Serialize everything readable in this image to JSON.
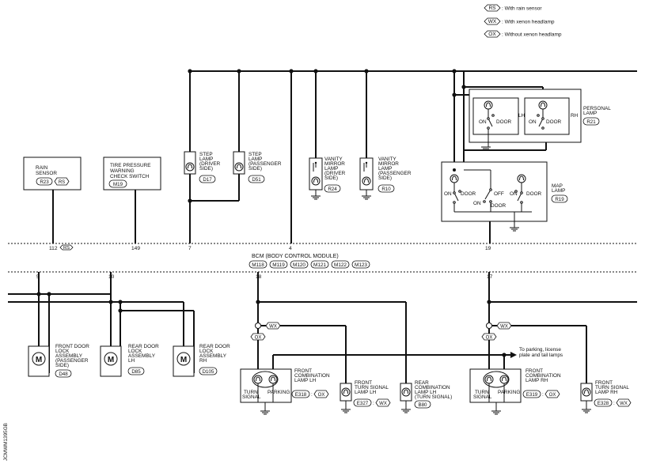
{
  "legend": [
    {
      "code": "RS",
      "text": ": With rain sensor"
    },
    {
      "code": "WX",
      "text": ": With xenon headlamp"
    },
    {
      "code": "OX",
      "text": ": Without xenon headlamp"
    }
  ],
  "bcm": {
    "title": "BCM (BODY CONTROL MODULE)",
    "connectors": [
      "M118",
      "M119",
      "M120",
      "M121",
      "M122",
      "M123"
    ],
    "top_pins": {
      "p112": "112",
      "p149": "149",
      "p7": "7",
      "p4": "4",
      "p19": "19"
    },
    "bottom_pins": {
      "p5": "5",
      "p10": "10",
      "p18": "18",
      "p17": "17"
    },
    "rs_tag": "RS"
  },
  "components": {
    "rain_sensor": {
      "lines": [
        "RAIN",
        "SENSOR"
      ],
      "conn": "R23",
      "tag": "RS"
    },
    "tire_pressure": {
      "lines": [
        "TIRE PRESSURE",
        "WARNING",
        "CHECK SWITCH"
      ],
      "conn": "M19"
    },
    "step_lamp_driver": {
      "lines": [
        "STEP",
        "LAMP",
        "(DRIVER",
        "SIDE)"
      ],
      "conn": "D17"
    },
    "step_lamp_passenger": {
      "lines": [
        "STEP",
        "LAMP",
        "(PASSENGER",
        "SIDE)"
      ],
      "conn": "D51"
    },
    "vanity_driver": {
      "lines": [
        "VANITY",
        "MIRROR",
        "LAMP",
        "(DRIVER",
        "SIDE)"
      ],
      "conn": "R24"
    },
    "vanity_passenger": {
      "lines": [
        "VANITY",
        "MIRROR",
        "LAMP",
        "(PASSENGER",
        "SIDE)"
      ],
      "conn": "R10"
    },
    "personal_lamp": {
      "lines": [
        "PERSONAL",
        "LAMP"
      ],
      "conn": "R21",
      "lh": "LH",
      "rh": "RH",
      "on": "ON",
      "door": "DOOR"
    },
    "map_lamp": {
      "lines": [
        "MAP",
        "LAMP"
      ],
      "conn": "R19",
      "on": "ON",
      "door": "DOOR",
      "off": "OFF"
    },
    "front_door_lock_pass": {
      "lines": [
        "FRONT DOOR",
        "LOCK",
        "ASSEMBLY",
        "(PASSENGER",
        "SIDE)"
      ],
      "conn": "D48",
      "motor": "M"
    },
    "rear_door_lock_lh": {
      "lines": [
        "REAR DOOR",
        "LOCK",
        "ASSEMBLY",
        "LH"
      ],
      "conn": "D85",
      "motor": "M"
    },
    "rear_door_lock_rh": {
      "lines": [
        "REAR DOOR",
        "LOCK",
        "ASSEMBLY",
        "RH"
      ],
      "conn": "D105",
      "motor": "M"
    },
    "front_combo_lh": {
      "lines": [
        "FRONT",
        "COMBINATION",
        "LAMP LH"
      ],
      "conn": "E318",
      "tag": "OX",
      "turn": [
        "TURN",
        "SIGNAL"
      ],
      "parking": "PARKING"
    },
    "front_turn_lh": {
      "lines": [
        "FRONT",
        "TURN SIGNAL",
        "LAMP LH"
      ],
      "conn": "E327",
      "tag": "WX"
    },
    "rear_combo_lh": {
      "lines": [
        "REAR",
        "COMBINATION",
        "LAMP LH",
        "(TURN SIGNAL)"
      ],
      "conn": "B80"
    },
    "front_combo_rh": {
      "lines": [
        "FRONT",
        "COMBINATION",
        "LAMP RH"
      ],
      "conn": "E319",
      "tag": "OX",
      "turn": [
        "TURN",
        "SIGNAL"
      ],
      "parking": "PARKING"
    },
    "front_turn_rh": {
      "lines": [
        "FRONT",
        "TURN SIGNAL",
        "LAMP RH"
      ],
      "conn": "E328",
      "tag": "WX"
    }
  },
  "splices": {
    "lh_wx": "WX",
    "lh_ox": "OX",
    "rh_wx": "WX",
    "rh_ox": "OX"
  },
  "arrow_note": [
    "To parking, license",
    "plate and tail lamps"
  ],
  "side_id": "JCMWM1395GB"
}
